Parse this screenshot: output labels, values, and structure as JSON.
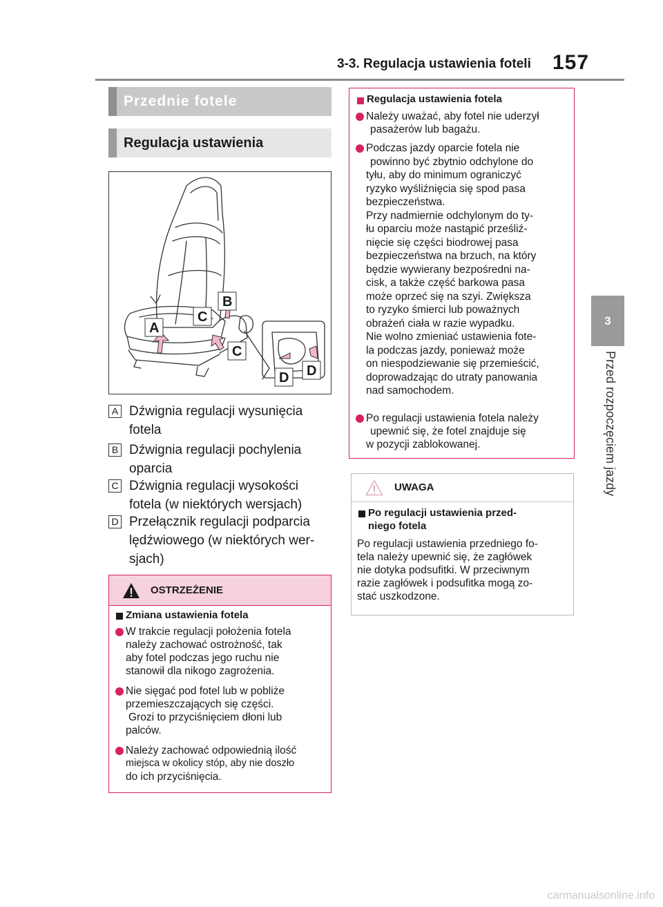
{
  "header": {
    "section": "3-3. Regulacja ustawienia foteli",
    "page_number": "157"
  },
  "side_tab": {
    "number": "3",
    "text": "Przed rozpoczęciem jazdy"
  },
  "titles": {
    "main": "Przednie fotele",
    "sub": "Regulacja ustawienia"
  },
  "figure": {
    "labels": [
      "A",
      "B",
      "C",
      "C",
      "D",
      "D"
    ]
  },
  "legend": [
    {
      "badge": "A",
      "lines": [
        "Dźwignia regulacji wysunięcia",
        "fotela"
      ]
    },
    {
      "badge": "B",
      "lines": [
        "Dźwignia regulacji pochylenia",
        "oparcia"
      ]
    },
    {
      "badge": "C",
      "lines": [
        "Dźwignia regulacji wysokości",
        "fotela (w niektórych wersjach)"
      ]
    },
    {
      "badge": "D",
      "lines": [
        "Przełącznik regulacji podparcia",
        "lędźwiowego (w niektórych wer-",
        "sjach)"
      ]
    }
  ],
  "warning": {
    "heading": "OSTRZEŻENIE",
    "subheading": "Zmiana ustawienia fotela",
    "bullets": [
      [
        "W trakcie regulacji położenia fotela",
        "należy zachować ostrożność, tak",
        "aby fotel podczas jego ruchu nie",
        "stanowił dla nikogo zagrożenia."
      ],
      [
        "Nie sięgać pod fotel lub w pobliże",
        "przemieszczających się części.",
        "Grozi to przyciśnięciem dłoni lub",
        "palców."
      ],
      [
        "Należy zachować odpowiednią ilość",
        "miejsca w okolicy stóp, aby nie doszło",
        "do ich przyciśnięcia."
      ]
    ]
  },
  "info_box": {
    "subheading": "Regulacja ustawienia fotela",
    "bullets": [
      [
        "Należy uważać, aby fotel nie uderzył",
        "pasażerów lub bagażu."
      ],
      [
        "Podczas jazdy oparcie fotela nie",
        "powinno być zbytnio odchylone do",
        "tyłu, aby do minimum ograniczyć",
        "ryzyko wyśliźnięcia się spod pasa",
        "bezpieczeństwa.",
        "Przy nadmiernie odchylonym do ty-",
        "łu oparciu może nastąpić prześliź-",
        "nięcie się części biodrowej pasa",
        "bezpieczeństwa na brzuch, na który",
        "będzie wywierany bezpośredni na-",
        "cisk, a także część barkowa pasa",
        "może oprzeć się na szyi. Zwiększa",
        "to ryzyko śmierci lub poważnych",
        "obrażeń ciała w razie wypadku.",
        "Nie wolno zmieniać ustawienia fote-",
        "la podczas jazdy, ponieważ może",
        "on niespodziewanie się przemieścić,",
        "doprowadzając do utraty panowania",
        "nad samochodem."
      ],
      [
        "Po regulacji ustawienia fotela należy",
        "upewnić się, że fotel znajduje się",
        "w pozycji zablokowanej."
      ]
    ]
  },
  "caution": {
    "heading": "UWAGA",
    "subheading": [
      "Po regulacji ustawienia przed-",
      "niego fotela"
    ],
    "body": [
      "Po regulacji ustawienia przedniego fo-",
      "tela należy upewnić się, że zagłówek",
      "nie dotyka podsufitki. W przeciwnym",
      "razie zagłówek i podsufitka mogą zo-",
      "stać uszkodzone."
    ]
  },
  "footer": {
    "watermark": "carmanualsonline.info"
  },
  "colors": {
    "accent": "#d6245b",
    "warning_fill": "#f6d2dc",
    "tab_grey": "#9a9a9a"
  }
}
